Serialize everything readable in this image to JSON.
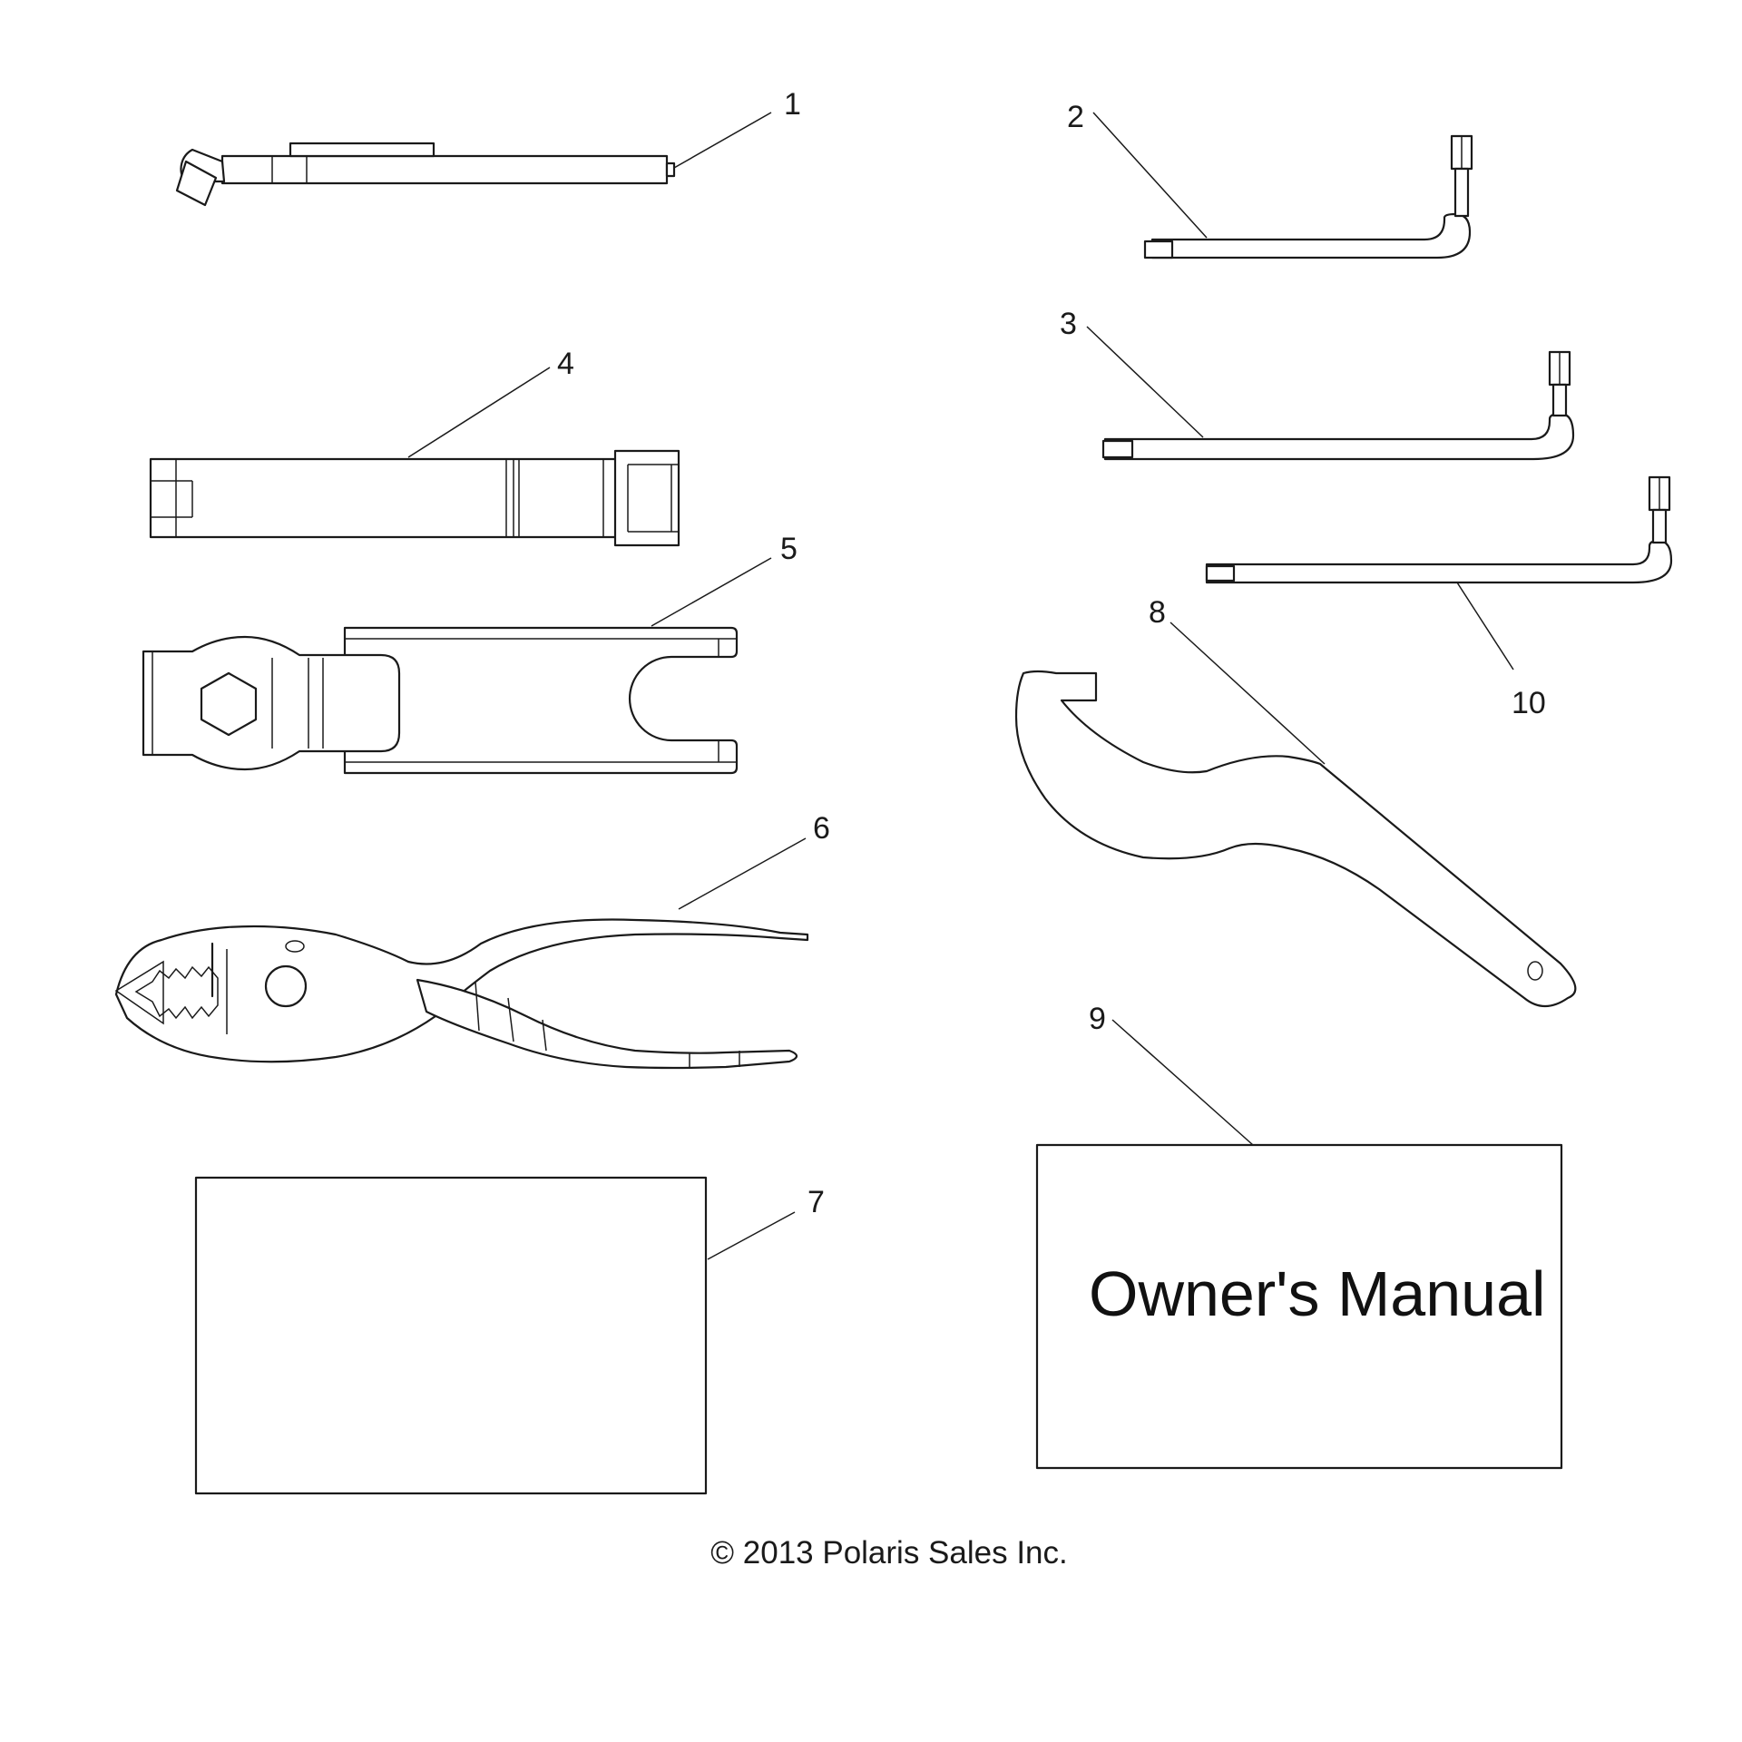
{
  "callouts": {
    "c1": "1",
    "c2": "2",
    "c3": "3",
    "c4": "4",
    "c5": "5",
    "c6": "6",
    "c7": "7",
    "c8": "8",
    "c9": "9",
    "c10": "10"
  },
  "manual_label": "Owner's Manual",
  "copyright": "© 2013 Polaris Sales Inc.",
  "colors": {
    "line": "#1a1a1a",
    "background": "#ffffff"
  }
}
